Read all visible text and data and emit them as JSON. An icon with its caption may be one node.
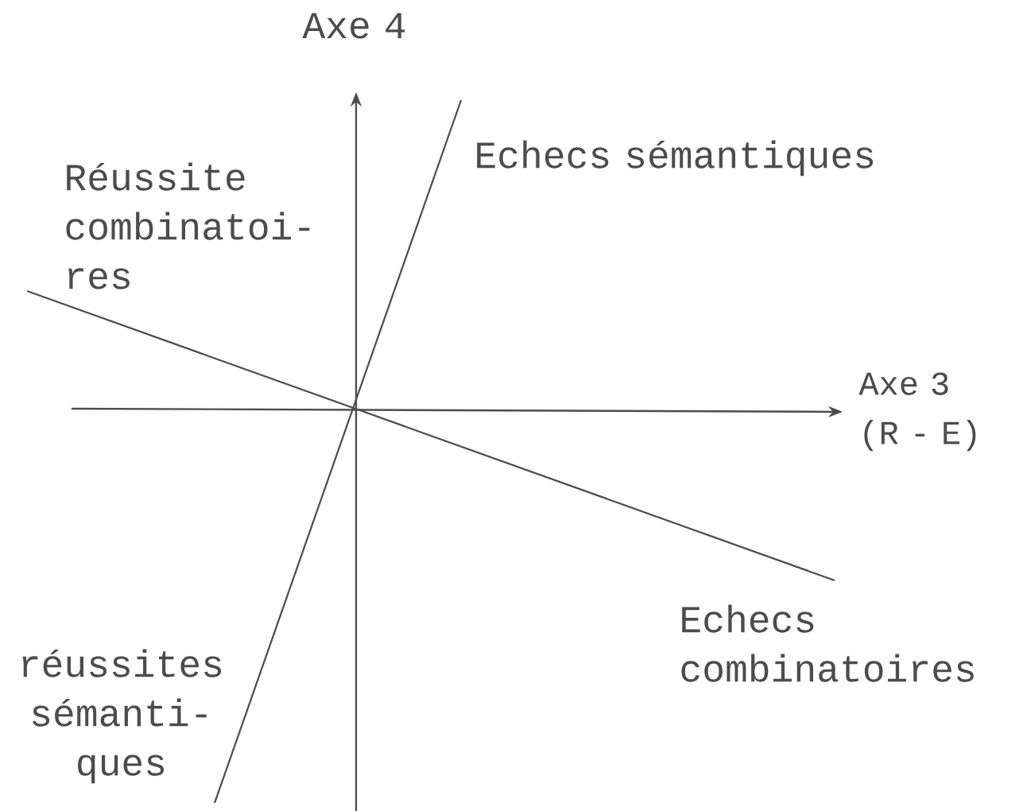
{
  "diagram": {
    "labels": [
      "Axe 4",
      "Réussite combinatoi- res",
      "Echecs sémantiques",
      "Axe 3 (R - E)",
      "Echecs combinatoires",
      "réussites sémanti- ques"
    ]
  }
}
